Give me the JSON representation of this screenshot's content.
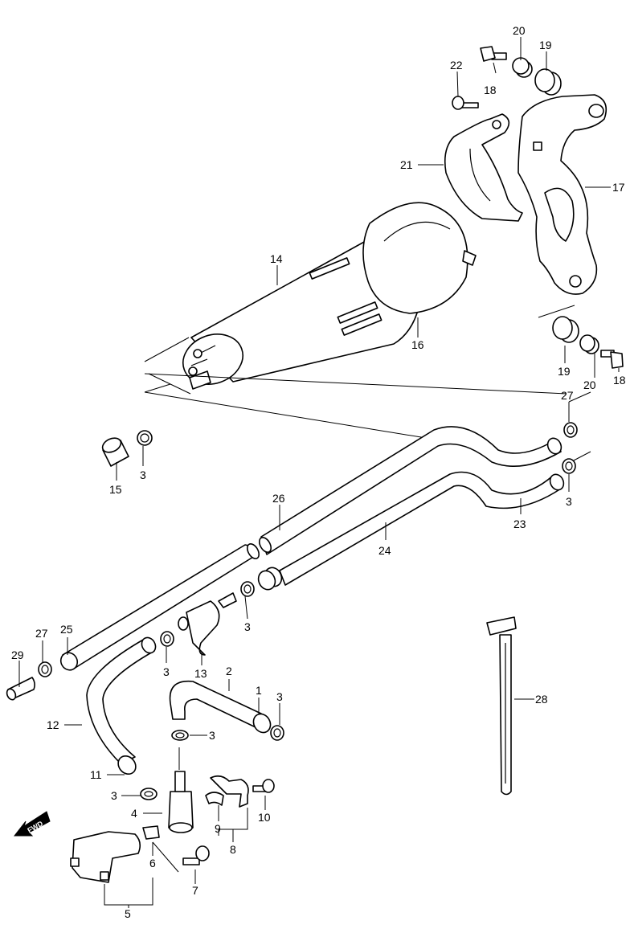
{
  "callouts": [
    {
      "id": "c1",
      "text": "1"
    },
    {
      "id": "c2",
      "text": "2"
    },
    {
      "id": "c3a",
      "text": "3"
    },
    {
      "id": "c3b",
      "text": "3"
    },
    {
      "id": "c3c",
      "text": "3"
    },
    {
      "id": "c3d",
      "text": "3"
    },
    {
      "id": "c3e",
      "text": "3"
    },
    {
      "id": "c3f",
      "text": "3"
    },
    {
      "id": "c3g",
      "text": "3"
    },
    {
      "id": "c4",
      "text": "4"
    },
    {
      "id": "c5",
      "text": "5"
    },
    {
      "id": "c6",
      "text": "6"
    },
    {
      "id": "c7",
      "text": "7"
    },
    {
      "id": "c8",
      "text": "8"
    },
    {
      "id": "c9",
      "text": "9"
    },
    {
      "id": "c10",
      "text": "10"
    },
    {
      "id": "c11",
      "text": "11"
    },
    {
      "id": "c12",
      "text": "12"
    },
    {
      "id": "c13",
      "text": "13"
    },
    {
      "id": "c14",
      "text": "14"
    },
    {
      "id": "c15",
      "text": "15"
    },
    {
      "id": "c16",
      "text": "16"
    },
    {
      "id": "c17",
      "text": "17"
    },
    {
      "id": "c18a",
      "text": "18"
    },
    {
      "id": "c18b",
      "text": "18"
    },
    {
      "id": "c19a",
      "text": "19"
    },
    {
      "id": "c19b",
      "text": "19"
    },
    {
      "id": "c20a",
      "text": "20"
    },
    {
      "id": "c20b",
      "text": "20"
    },
    {
      "id": "c21",
      "text": "21"
    },
    {
      "id": "c22",
      "text": "22"
    },
    {
      "id": "c23",
      "text": "23"
    },
    {
      "id": "c24",
      "text": "24"
    },
    {
      "id": "c25",
      "text": "25"
    },
    {
      "id": "c26",
      "text": "26"
    },
    {
      "id": "c27a",
      "text": "27"
    },
    {
      "id": "c27b",
      "text": "27"
    },
    {
      "id": "c28",
      "text": "28"
    },
    {
      "id": "c29",
      "text": "29"
    }
  ],
  "direction_marker": {
    "text": "FWD",
    "icon": "fwd-arrow-icon"
  },
  "colors": {
    "ink": "#000000",
    "paper": "#ffffff"
  }
}
